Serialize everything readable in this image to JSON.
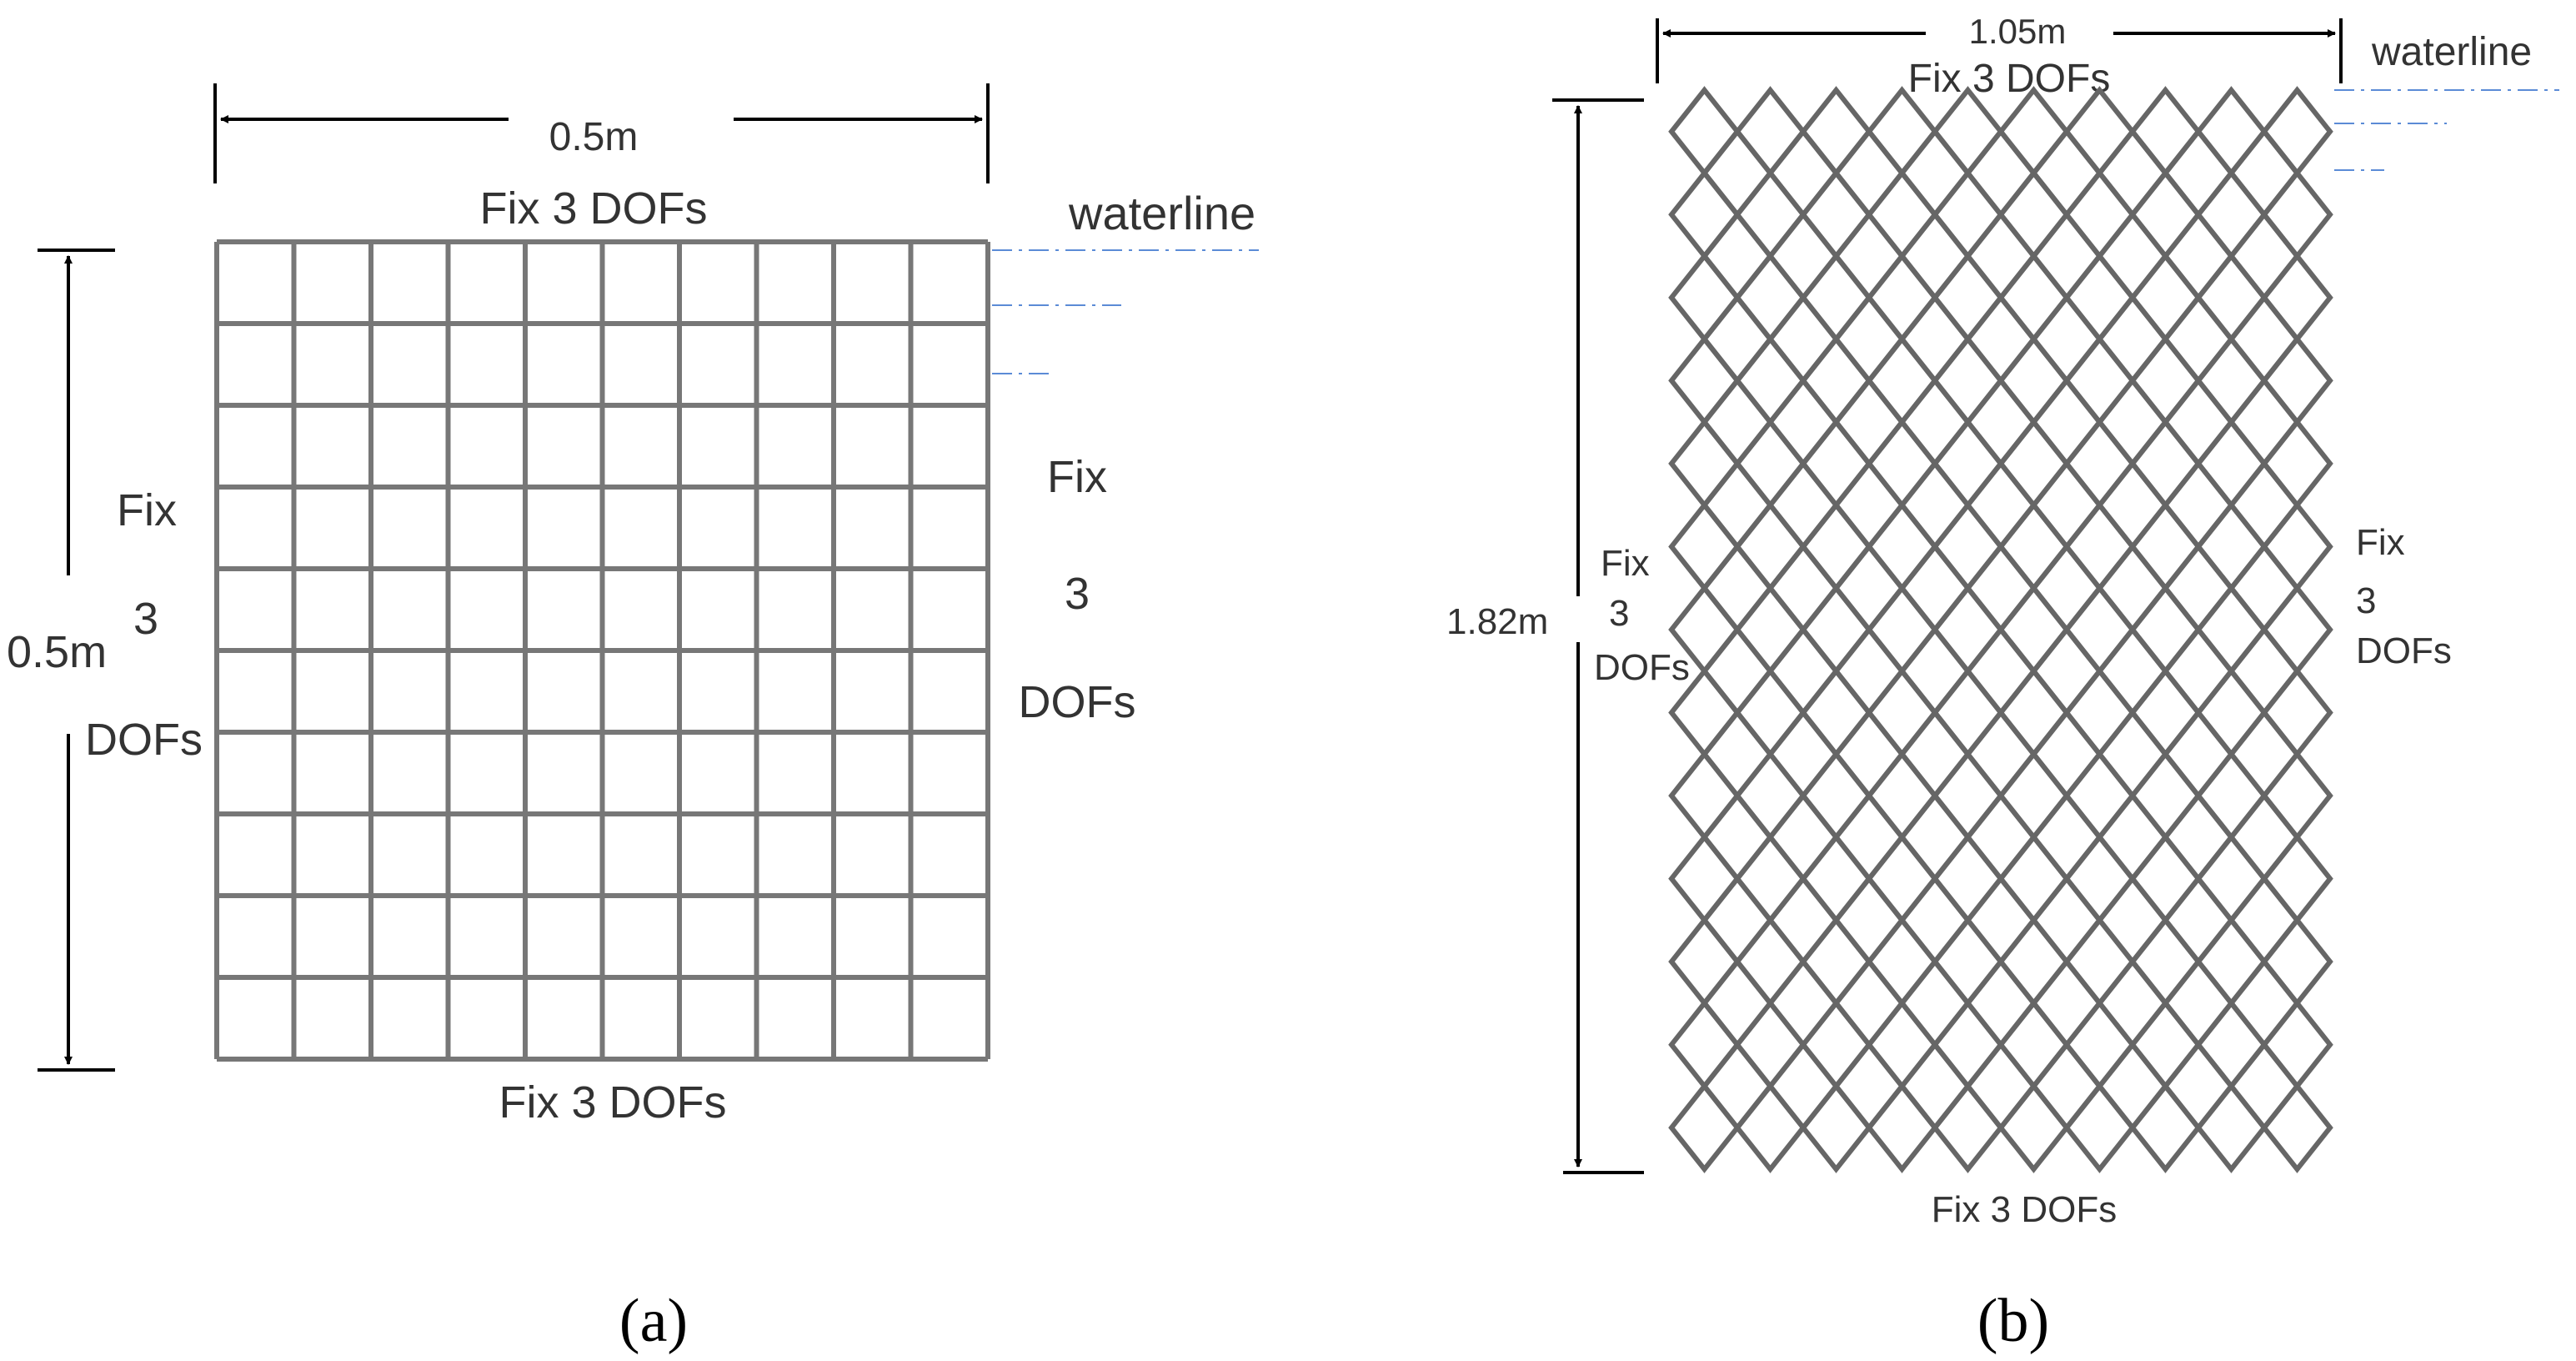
{
  "panel_a": {
    "width_label": "0.5m",
    "height_label": "0.5m",
    "top_label": "Fix 3 DOFs",
    "bottom_label": "Fix 3 DOFs",
    "left_label": [
      "Fix",
      "3",
      "DOFs"
    ],
    "right_label": [
      "Fix",
      "3",
      "DOFs"
    ],
    "waterline_label": "waterline",
    "caption": "(a)",
    "mesh_columns": 10,
    "mesh_rows": 10
  },
  "panel_b": {
    "width_label": "1.05m",
    "height_label": "1.82m",
    "top_label": "Fix 3 DOFs",
    "bottom_label": "Fix 3 DOFs",
    "left_label": [
      "Fix",
      "3",
      "DOFs"
    ],
    "right_label": [
      "Fix",
      "3",
      "DOFs"
    ],
    "waterline_label": "waterline",
    "caption": "(b)",
    "diamond_columns": 10,
    "diamond_rows": 13
  },
  "colors": {
    "mesh": "#777777",
    "waterline": "#5b8bd6",
    "dimension": "#000000",
    "text": "#333333"
  }
}
